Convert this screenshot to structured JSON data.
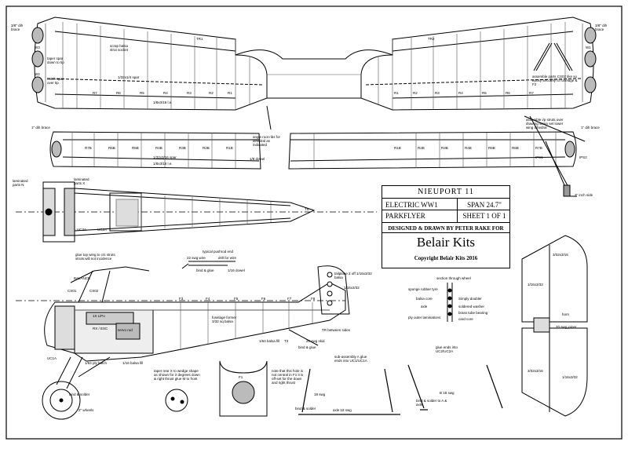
{
  "title_block": {
    "model": "NIEUPORT 11",
    "power": "ELECTRIC WW1",
    "span": "SPAN 24.7\"",
    "category": "PARKFLYER",
    "sheet": "SHEET 1 OF 1",
    "designer": "DESIGNED & DRAWN BY PETER RAKE FOR",
    "brand": "Belair Kits",
    "copyright": "Copyright Belair Kits 2016"
  },
  "labels": {
    "dihedral_left": "3/8\" dih brace",
    "dihedral_right": "3/8\" dih brace",
    "w3": "W3",
    "w2": "W2",
    "w1": "W1",
    "tr1": "TR1",
    "tr2": "TR2",
    "ribs_top": [
      "R1",
      "R2",
      "R3",
      "R4",
      "R5",
      "R6",
      "R7"
    ],
    "taper_spar": "taper spar down to tip",
    "notch_spar": "notch spar over tip",
    "scrap_balsa": "scrap balsa strut socket",
    "spar_top": "1/32x1/4 spar",
    "le_top": "1/8x3/16 l.e.",
    "dihedral_lower_left": "1\" dih brace",
    "dihedral_lower_right": "1\" dih brace",
    "lower_ribs": [
      "R1B",
      "R2B",
      "R3B",
      "R4B",
      "R5B",
      "R6B",
      "R7B"
    ],
    "lower_spar": "1/32x3/16 spar",
    "lower_le": "1/8x3/16 l.e.",
    "angle_note": "angle root ribs for dihedral as indicated",
    "dowel": "1/8 dowel",
    "cabane_note": "assemble parts CS02 like so epoxy securely to fuselage & F2",
    "interplane_strut": "assemble i/p struts over drawing strain set lower wing dihedral",
    "ips1": "IPS1",
    "ips2": "IPS2",
    "inch_side": "3\" inch side",
    "laminated_n": "laminated parts N",
    "laminated_x": "laminated parts X",
    "ply_top": "1/75 ply",
    "uc3a": "UC3A",
    "uc2a": "UC2A",
    "t5": "T5",
    "balance": "BALANCE",
    "glue_top_wing": "glue top wing to c/s struts struts will not incidence",
    "pushrod": "typical pushrod end",
    "swg_wire": "22 swg wire",
    "drill_wire": "drill for wire",
    "bind_glue": "bind & glue",
    "dowel_116": "1/16 dowel",
    "ply_front": "1/32 ply",
    "cs01": "CS01",
    "cs02": "CS02",
    "balsa_132": "1/32 balsa",
    "f3": "F3",
    "f4": "F4",
    "f5": "F5",
    "f6": "F6",
    "f7": "F7",
    "f8": "F8",
    "fuselage_former": "fuselage former 3/32 sq balsa",
    "lipo": "1S LiPo",
    "esc": "RX / ESC",
    "servo": "servo rud",
    "ply_hatch": "1/64 ply hatch",
    "tr_sides": "TR between sides",
    "balsa_fill": "1/64 balsa fill",
    "t3": "T3",
    "swg_skid": "20 swg skid",
    "bind_glue_skid": "bind & glue",
    "uc1a": "UC1A",
    "balsa_fill_2": "1/16 balsa fill",
    "bind_solder": "bind & solder",
    "wheels": "2\" wheels",
    "taper_rear": "taper rear X to wedge shape as shown for 2 degrees down & right thrust glue M to front",
    "f1": "F1",
    "note_hole": "note that this hole is not central in F1 it is off-set for the down and right thrust",
    "tab_note": "tailplane 2 off 1/16x3/32 balsa",
    "balsa_332": "1/16x3/32",
    "section_wheel": "section through wheel",
    "sponge_tyre": "sponge rubber tyre",
    "balsa_core": "balsa core",
    "ply_doubler": "Simply doubler",
    "axle": "axle",
    "soldered_washer": "soldered washer",
    "brass_tube": "brass tube bearing",
    "ply_outer": "ply outer laminations",
    "card_core": "card core",
    "sub_assembly": "sub-assembly A glue ends into UC1/UC1A",
    "glue_ends": "glue ends into UC2/UC2A",
    "swg18": "18 swg",
    "swg18_b": "B 18 swg",
    "bind_solder_2": "bind & solder",
    "axle18": "axle 18 swg",
    "bind_solder_ab": "bind & solder to A & axle",
    "fin_332": "3/32x3/16",
    "fin_116": "1/16x3/32",
    "horn": "horn",
    "swg_joiner": "20 swg joiner",
    "stab_332": "3/32x3/16",
    "stab_116": "1/16x3/32"
  }
}
